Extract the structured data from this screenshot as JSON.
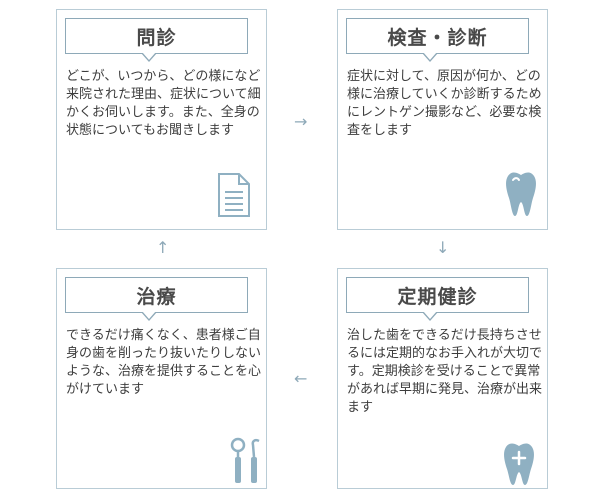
{
  "steps": {
    "consultation": {
      "title": "問診",
      "text": "どこが、いつから、どの様になど来院された理由、症状について細かくお伺いします。また、全身の状態についてもお聞きします",
      "icon": "document-icon"
    },
    "examination": {
      "title": "検査・診断",
      "text": "症状に対して、原因が何か、どの様に治療していくか診断するためにレントゲン撮影など、必要な検査をします",
      "icon": "tooth-icon"
    },
    "checkup": {
      "title": "定期健診",
      "text": "治した歯をできるだけ長持ちさせるには定期的なお手入れが大切です。定期検診を受けることで異常があれば早期に発見、治療が出来ます",
      "icon": "tooth-plus-icon"
    },
    "treatment": {
      "title": "治療",
      "text": "できるだけ痛くなく、患者様ご自身の歯を削ったり抜いたりしないような、治療を提供することを心がけています",
      "icon": "dental-tools-icon"
    }
  },
  "colors": {
    "border": "#b9ccd6",
    "title_border": "#8ea9b8",
    "icon": "#8fb0c2",
    "arrow": "#8ea9b8"
  }
}
